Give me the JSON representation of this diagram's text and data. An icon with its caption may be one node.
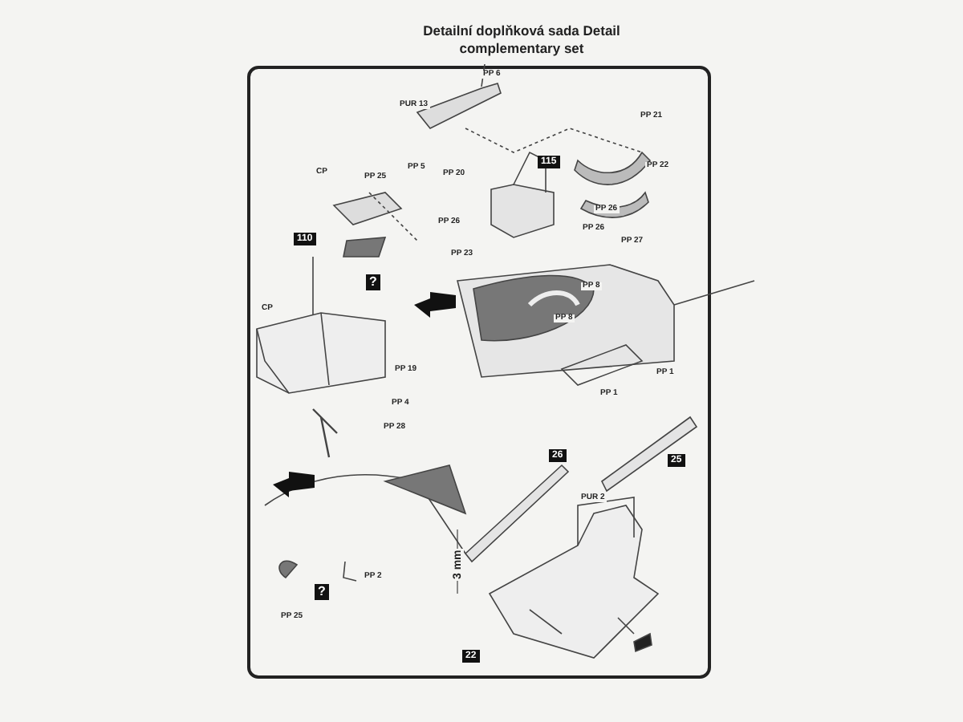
{
  "diagram": {
    "title": "Detailní doplňková sada Detail complementary set",
    "labels": [
      "PP 6",
      "PUR 13",
      "PP 21",
      "PP 5",
      "PP 20",
      "115",
      "PP 22",
      "CP",
      "PP 25",
      "PP 26",
      "PP 26",
      "PP 26",
      "110",
      "PP 23",
      "PP 27",
      "?",
      "PP 8",
      "PP 8",
      "CP",
      "PP 1",
      "PP 1",
      "PP 19",
      "PP 4",
      "PP 28",
      "26",
      "25",
      "PUR 2",
      "3 mm",
      "22",
      "?",
      "PP 2",
      "PP 25"
    ]
  }
}
